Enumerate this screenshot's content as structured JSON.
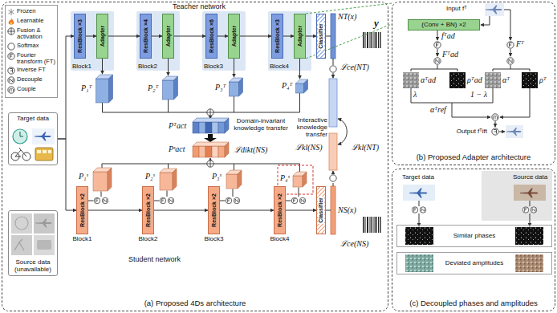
{
  "diagram": {
    "nodes": [
      {
        "text": [
          "(a) Proposed 4Ds architecture"
        ]
      },
      {
        "text": [
          "Block1"
        ],
        "in": 0
      },
      {
        "text": [
          "ResBlock ×3"
        ],
        "in": 1
      },
      {
        "text": [
          "Adapter"
        ],
        "in": 1
      },
      {
        "text": [
          "Block2"
        ],
        "in": 0
      },
      {
        "text": [
          "ResBlock ×4"
        ],
        "in": 4
      },
      {
        "text": [
          "Adapter"
        ],
        "in": 4
      },
      {
        "text": [
          "Block3"
        ],
        "in": 0
      },
      {
        "text": [
          "ResBlock ×6"
        ],
        "in": 7
      },
      {
        "text": [
          "Adapter"
        ],
        "in": 7
      },
      {
        "text": [
          "Block4"
        ],
        "in": 0
      },
      {
        "text": [
          "ResBlock ×3"
        ],
        "in": 10
      },
      {
        "text": [
          "Adapter"
        ],
        "in": 10
      },
      {
        "text": [
          "Classifier"
        ],
        "in": 0
      },
      {
        "text": [
          "ResBlock ×2",
          "Block1"
        ],
        "in": 0
      },
      {
        "text": [
          "ResBlock ×2",
          "Block2"
        ],
        "in": 0
      },
      {
        "text": [
          "ResBlock ×2",
          "Block3"
        ],
        "in": 0
      },
      {
        "text": [
          "ResBlock ×2",
          "Block4"
        ],
        "in": 0
      },
      {
        "text": [
          "Classifier"
        ],
        "in": 0
      },
      {
        "text": [
          "Target data"
        ],
        "in": 0
      },
      {
        "text": [
          "Source data (unavailable)"
        ],
        "in": 0
      },
      {
        "text": [
          "(b) Proposed Adapter architecture"
        ]
      },
      {
        "text": [
          "(Conv + BN) ×2"
        ],
        "in": 21
      },
      {
        "text": [
          "(c) Decoupled phases and amplitudes"
        ]
      },
      {
        "text": [
          "Similar phases"
        ],
        "in": 23
      },
      {
        "text": [
          "Deviated amplitudes"
        ],
        "in": 23
      }
    ],
    "edges": [
      {
        "from": 2,
        "to": 3,
        "arrow": "to"
      },
      {
        "from": 3,
        "to": 5,
        "arrow": "to"
      },
      {
        "from": 5,
        "to": 6,
        "arrow": "to"
      },
      {
        "from": 6,
        "to": 8,
        "arrow": "to"
      },
      {
        "from": 8,
        "to": 9,
        "arrow": "to"
      },
      {
        "from": 9,
        "to": 11,
        "arrow": "to"
      },
      {
        "from": 11,
        "to": 12,
        "arrow": "to"
      },
      {
        "from": 12,
        "to": 13,
        "arrow": "to"
      },
      {
        "from": 14,
        "to": 15,
        "arrow": "to"
      },
      {
        "from": 15,
        "to": 16,
        "arrow": "to"
      },
      {
        "from": 16,
        "to": 17,
        "arrow": "to"
      },
      {
        "from": 17,
        "to": 18,
        "arrow": "to"
      },
      {
        "from": 19,
        "to": 2,
        "arrow": "to"
      },
      {
        "from": 19,
        "to": 14,
        "arrow": "to"
      }
    ],
    "labels": [
      "Teacher network",
      "P₁ᵀ",
      "P₂ᵀ",
      "P₃ᵀ",
      "P₄ᵀ",
      "Pᵀact",
      "Domain-invariant knowledge transfer",
      "ℒdikt(NS)",
      "Pˢact",
      "P₁ˢ",
      "P₂ˢ",
      "P₃ˢ",
      "P₄ˢ",
      "Student network",
      "NT(x)",
      "y",
      "ℒce(NT)",
      "Interactive knowledge transfer",
      "ℒkl(NS)",
      "ℒkl(NT)",
      "NS(x)",
      "ℒce(NS)",
      "Input fᵀ",
      "fᵀad",
      "Fᵀad",
      "Fᵀ",
      "αᵀad",
      "ρᵀad",
      "αᵀ",
      "ρᵀ",
      "λ",
      "1 − λ",
      "αᵀref",
      "Output fᵀift",
      "Target data",
      "Source data"
    ],
    "legend": [
      {
        "text": "Frozen"
      },
      {
        "text": "Learnable"
      },
      {
        "text": "Fusion & activation"
      },
      {
        "text": "Softmax"
      },
      {
        "text": "Fourier transform (FT)"
      },
      {
        "text": "Inverse FT"
      },
      {
        "text": "Decouple"
      },
      {
        "text": "Couple"
      }
    ]
  }
}
